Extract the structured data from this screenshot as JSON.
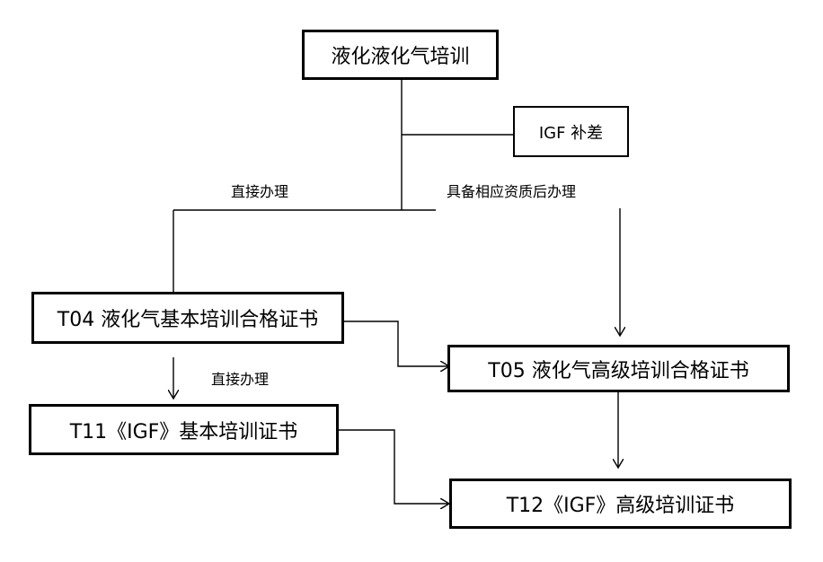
{
  "nodes": {
    "root": "液化液化气培训",
    "igf": "IGF 补差",
    "t04": "T04 液化气基本培训合格证书",
    "t05": "T05 液化气高级培训合格证书",
    "t11": "T11《IGF》基本培训证书",
    "t12": "T12《IGF》高级培训证书"
  },
  "edges": {
    "direct_left": "直接办理",
    "after_qualified": "具备相应资质后办理",
    "direct_t04_t11": "直接办理"
  }
}
